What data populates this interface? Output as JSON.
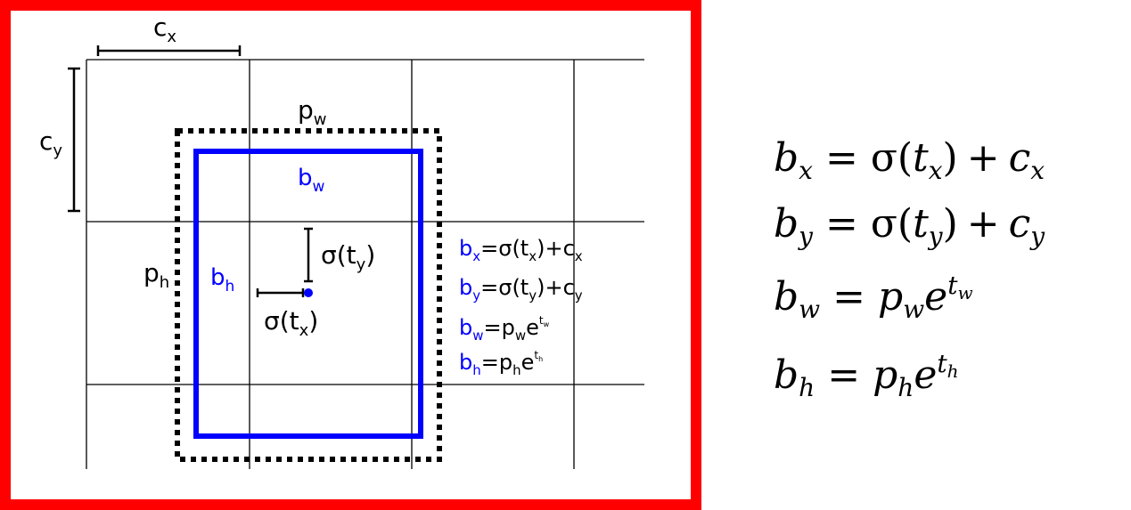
{
  "colors": {
    "frame": "#ff0000",
    "grid": "#000000",
    "prior": "#000000",
    "pred": "#0000ff",
    "text": "#000000"
  },
  "diagram": {
    "cx": {
      "base": "c",
      "sub": "x"
    },
    "cy": {
      "base": "c",
      "sub": "y"
    },
    "pw": {
      "base": "p",
      "sub": "w"
    },
    "ph": {
      "base": "p",
      "sub": "h"
    },
    "bw": {
      "base": "b",
      "sub": "w"
    },
    "bh": {
      "base": "b",
      "sub": "h"
    },
    "sig_ty": {
      "open": "σ(t",
      "sub": "y",
      "close": ")"
    },
    "sig_tx": {
      "open": "σ(t",
      "sub": "x",
      "close": ")"
    },
    "eq_bx": {
      "b": "b",
      "bs": "x",
      "p1": "=σ(t",
      "s1": "x",
      "p2": ")+c",
      "s2": "x"
    },
    "eq_by": {
      "b": "b",
      "bs": "y",
      "p1": "=σ(t",
      "s1": "y",
      "p2": ")+c",
      "s2": "y"
    },
    "eq_bw": {
      "b": "b",
      "bs": "w",
      "p1": "=p",
      "s1": "w",
      "p2": "e",
      "sup": "t",
      "supsub": "w"
    },
    "eq_bh": {
      "b": "b",
      "bs": "h",
      "p1": "=p",
      "s1": "h",
      "p2": "e",
      "sup": "t",
      "supsub": "h"
    }
  },
  "formulas": {
    "f1": {
      "lhs": "b",
      "lsub": "x",
      "eq": "=",
      "fn": "σ(",
      "t": "t",
      "tsub": "x",
      "close": ")",
      "plus": "+",
      "c": "c",
      "csub": "x"
    },
    "f2": {
      "lhs": "b",
      "lsub": "y",
      "eq": "=",
      "fn": "σ(",
      "t": "t",
      "tsub": "y",
      "close": ")",
      "plus": "+",
      "c": "c",
      "csub": "y"
    },
    "f3": {
      "lhs": "b",
      "lsub": "w",
      "eq": "=",
      "p": "p",
      "psub": "w",
      "e": "e",
      "sup": "t",
      "supsub": "w"
    },
    "f4": {
      "lhs": "b",
      "lsub": "h",
      "eq": "=",
      "p": "p",
      "psub": "h",
      "e": "e",
      "sup": "t",
      "supsub": "h"
    }
  }
}
